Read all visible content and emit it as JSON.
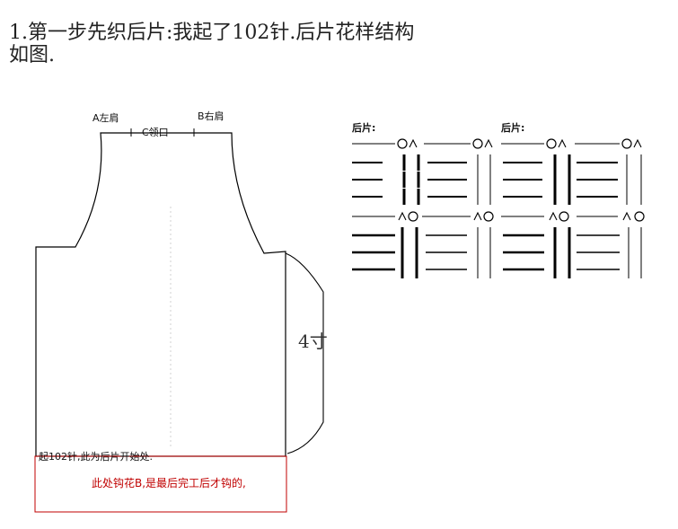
{
  "title": {
    "line1": "1.第一步先织后片:我起了102针.后片花样结构",
    "line2": "如图."
  },
  "labels": {
    "left_shoulder": "A左肩",
    "right_shoulder": "B右肩",
    "neckline": "C领口",
    "measure": "4寸",
    "start": "起102针,此为后片开始处.",
    "note": "此处钩花B,是最后完工后才钩的,"
  },
  "pattern": {
    "heading_left": "后片:",
    "heading_right": "后片:"
  },
  "colors": {
    "outline": "#000000",
    "accent": "#c00000"
  }
}
